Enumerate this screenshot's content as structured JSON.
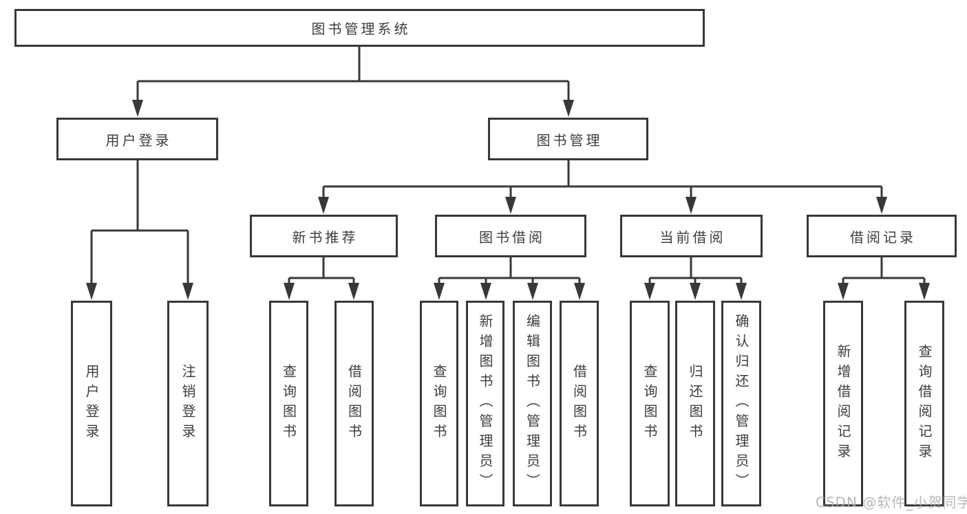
{
  "diagram": {
    "tree": {
      "root": {
        "label": "图书管理系统",
        "children": [
          {
            "label": "用户登录",
            "children": [
              {
                "label": "用户登录"
              },
              {
                "label": "注销登录"
              }
            ]
          },
          {
            "label": "图书管理",
            "children": [
              {
                "label": "新书推荐",
                "children": [
                  {
                    "label": "查询图书"
                  },
                  {
                    "label": "借阅图书"
                  }
                ]
              },
              {
                "label": "图书借阅",
                "children": [
                  {
                    "label": "查询图书"
                  },
                  {
                    "label": "新增图书（管理员）"
                  },
                  {
                    "label": "编辑图书（管理员）"
                  },
                  {
                    "label": "借阅图书"
                  }
                ]
              },
              {
                "label": "当前借阅",
                "children": [
                  {
                    "label": "查询图书"
                  },
                  {
                    "label": "归还图书"
                  },
                  {
                    "label": "确认归还（管理员）"
                  }
                ]
              },
              {
                "label": "借阅记录",
                "children": [
                  {
                    "label": "新增借阅记录"
                  },
                  {
                    "label": "查询借阅记录"
                  }
                ]
              }
            ]
          }
        ]
      }
    },
    "colors": {
      "line": "#383838",
      "border": "#383838",
      "text": "#3d3d3d",
      "watermark": "#aaaaaa",
      "background": "#ffffff"
    }
  },
  "watermark": {
    "text": "CSDN @软件_小贺同学"
  }
}
